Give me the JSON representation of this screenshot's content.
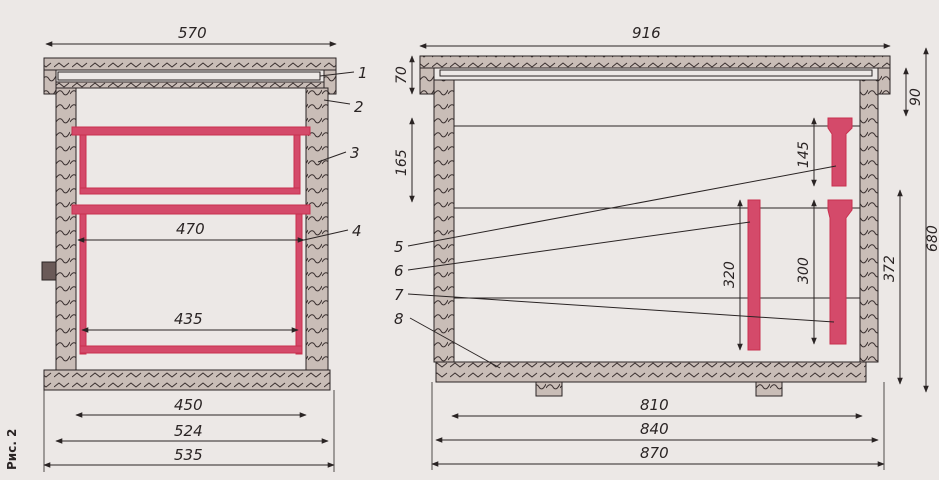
{
  "figure_label": "Рис. 2",
  "colors": {
    "paper": "#ece8e6",
    "ink": "#2a2424",
    "wood_fill": "#c9bdb7",
    "frame_red": "#c9304f",
    "frame_fill": "#d44a6a"
  },
  "front_view": {
    "dims": {
      "top": "570",
      "inner_upper": "470",
      "inner_lower": "435",
      "bottom_1": "450",
      "bottom_2": "524",
      "bottom_3": "535"
    },
    "callouts": [
      "1",
      "2",
      "3",
      "4"
    ]
  },
  "side_view": {
    "dims": {
      "top": "916",
      "left_upper": "70",
      "left_mid": "165",
      "right_upper": "90",
      "right_total": "680",
      "right_mid": "372",
      "frame_top": "145",
      "frame_lower": "300",
      "frame_board": "320",
      "bottom_1": "810",
      "bottom_2": "840",
      "bottom_3": "870"
    },
    "callouts": [
      "5",
      "6",
      "7",
      "8"
    ]
  }
}
